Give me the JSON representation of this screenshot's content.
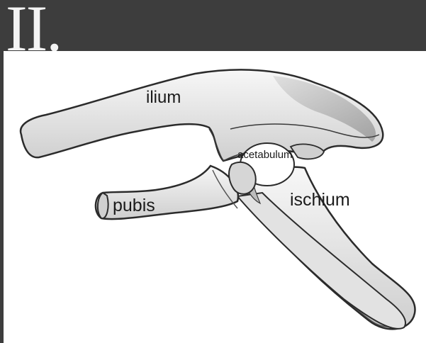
{
  "slide": {
    "heading": "II."
  },
  "figure": {
    "labels": {
      "ilium": "ilium",
      "acetabulum": "acetabulum",
      "pubis": "pubis",
      "ischium": "ischium"
    },
    "colors": {
      "bone_fill": "#e9e9e9",
      "bone_shade": "#b5b5b5",
      "bone_outline": "#2b2b2b",
      "background": "#ffffff",
      "slide_bg": "#3d3d3d"
    }
  }
}
